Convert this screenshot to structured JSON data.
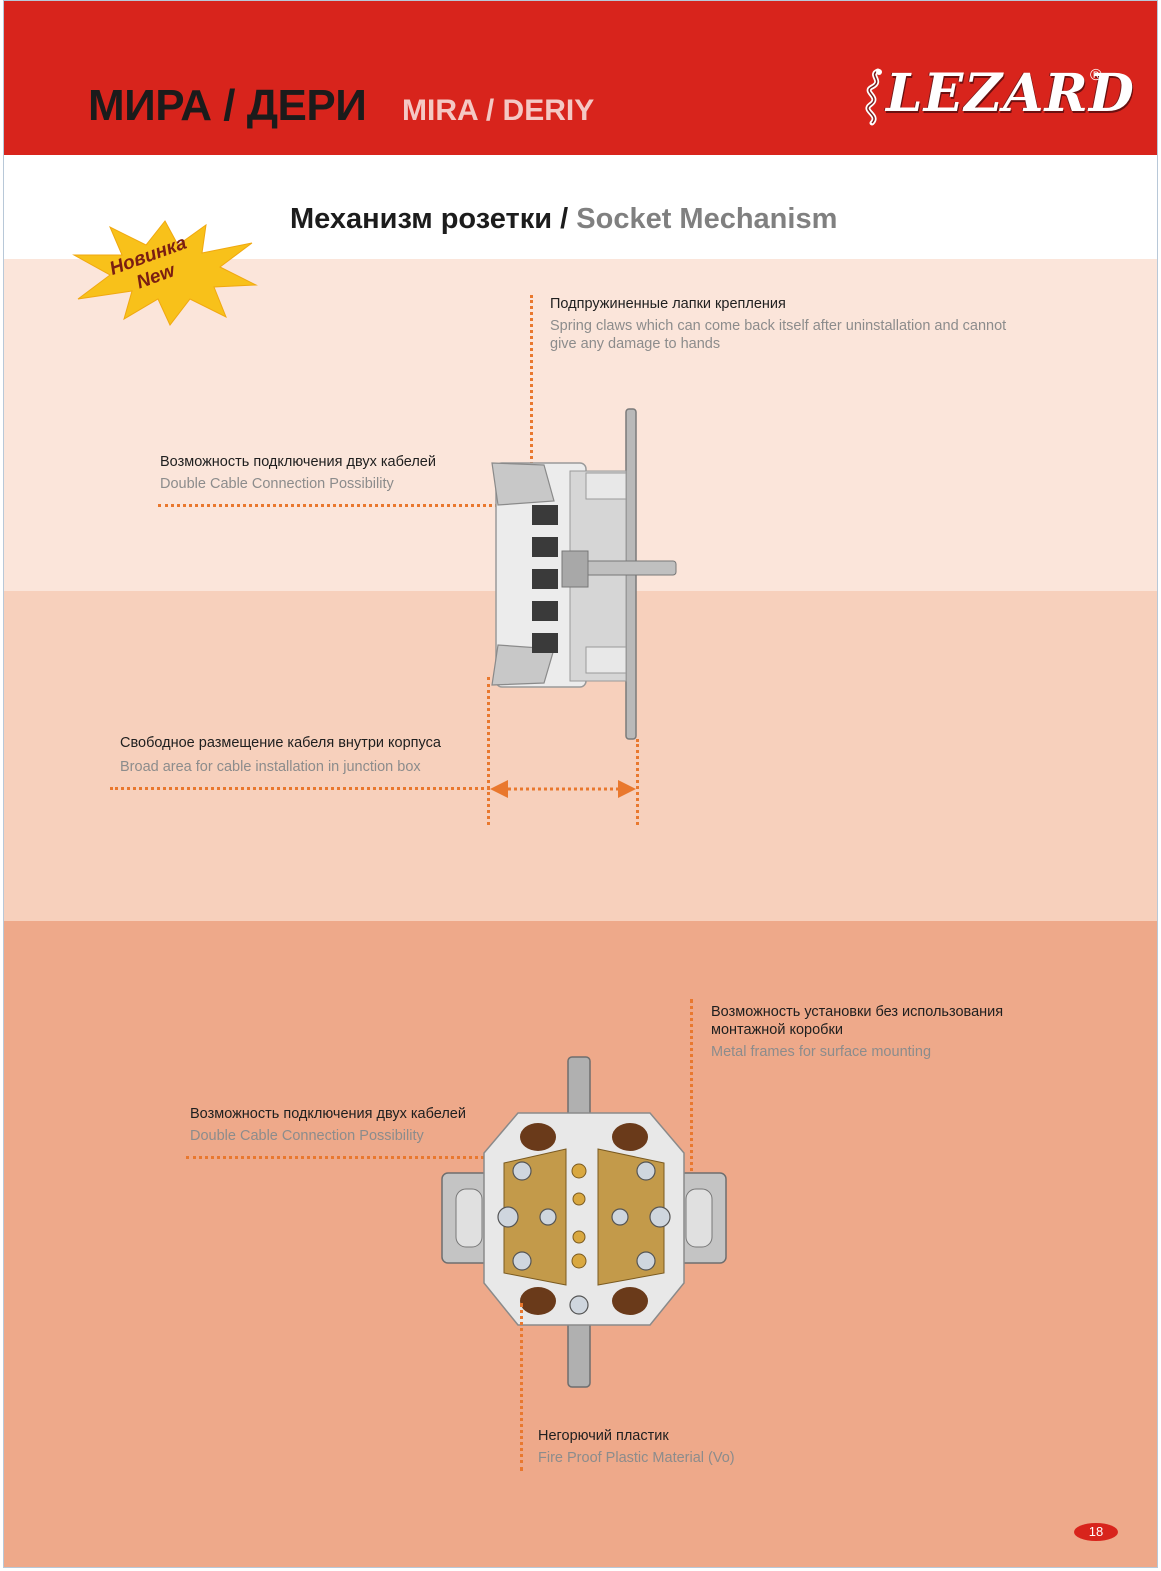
{
  "header": {
    "title_ru": "МИРА / ДЕРИ",
    "title_en": "MIRA / DERIY",
    "brand": "LEZARD",
    "registered_mark": "®"
  },
  "section": {
    "title_ru": "Механизм розетки /",
    "title_en": "Socket Mechanism"
  },
  "badge": {
    "text_ru": "Новинка",
    "text_en": "New"
  },
  "callouts": {
    "spring_claws": {
      "ru": "Подпружиненные лапки крепления",
      "en_line1": "Spring claws which can come back itself after uninstallation and cannot",
      "en_line2": "give any damage to hands"
    },
    "double_cable_side": {
      "ru": "Возможность подключения двух кабелей",
      "en": "Double Cable  Connection Possibility"
    },
    "broad_area": {
      "ru": "Свободное размещение кабеля внутри корпуса",
      "en": "Broad area for cable installation in  junction box"
    },
    "surface_mount": {
      "ru_line1": "Возможность установки без использования",
      "ru_line2": "монтажной коробки",
      "en": "Metal frames for surface mounting"
    },
    "double_cable_front": {
      "ru": "Возможность подключения двух кабелей",
      "en": "Double Cable  Connection Possibility"
    },
    "fire_proof": {
      "ru": "Негорючий пластик",
      "en": "Fire Proof Plastic Material (Vo)"
    }
  },
  "colors": {
    "header_red": "#d8241c",
    "leader_orange": "#e9782e",
    "band_light": "#fbe5da",
    "band_mid": "#f7d0bc",
    "band_dark": "#eea98a"
  },
  "footer": {
    "page_number": "18"
  }
}
